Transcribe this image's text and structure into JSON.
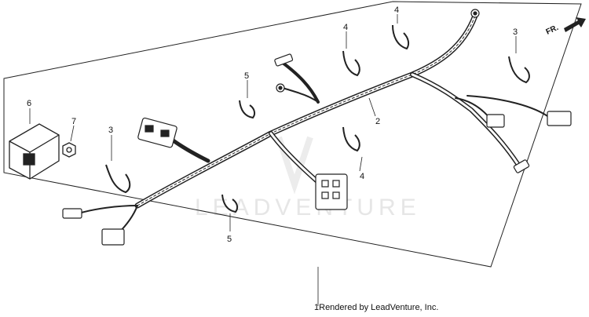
{
  "callouts": {
    "c1": "1",
    "c2": "2",
    "c3a": "3",
    "c3b": "3",
    "c4a": "4",
    "c4b": "4",
    "c5a": "5",
    "c5b": "5",
    "c6": "6",
    "c7": "7"
  },
  "direction_marker": "FR.",
  "watermark": "LEADVENTURE",
  "credit": "Rendered by LeadVenture, Inc."
}
